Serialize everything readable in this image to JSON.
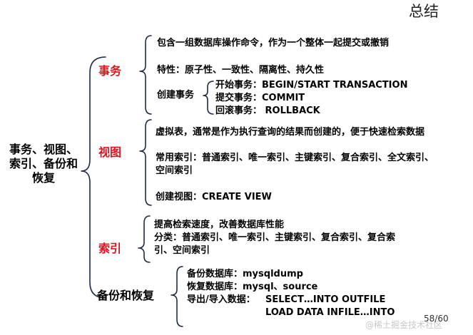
{
  "title": "总结",
  "root": {
    "lines": [
      "事务、视图、",
      "索引、备份和",
      "恢复"
    ]
  },
  "transaction": {
    "label": "事务",
    "desc": "包含一组数据库操作命令，作为一个整体一起提交或撤销",
    "props": "特性：原子性、一致性、隔离性、持久性",
    "create_label": "创建事务",
    "create_items": [
      "开始事务：BEGIN/START TRANSACTION",
      "提交事务：COMMIT",
      "回滚事务： ROLLBACK"
    ]
  },
  "view": {
    "label": "视图",
    "desc": "虚拟表，通常是作为执行查询的结果而创建的，便于快速检索数据",
    "index_line1": "常用索引：普通索引、唯一索引、主键索引、复合索引、全文索引、",
    "index_line2": "空间索引",
    "create": "创建视图：CREATE VIEW"
  },
  "index": {
    "label": "索引",
    "desc": "提高检索速度，改善数据库性能",
    "types_line1": "分类：普通索引、唯一索引、主键索引、复合索引、复合索",
    "types_line2": "引、空间索引"
  },
  "backup": {
    "label": "备份和恢复",
    "backup_db": "备份数据库：mysqldump",
    "restore_db": "恢复数据库：mysql、source",
    "io_label": "导出/导入数据：",
    "io_export": "SELECT…INTO OUTFILE",
    "io_import": "LOAD DATA INFILE…INTO"
  },
  "page_number": "58/60",
  "watermark": "@稀土掘金技术社区",
  "colors": {
    "category": "#e0141e",
    "brace": "#1f2a44"
  }
}
